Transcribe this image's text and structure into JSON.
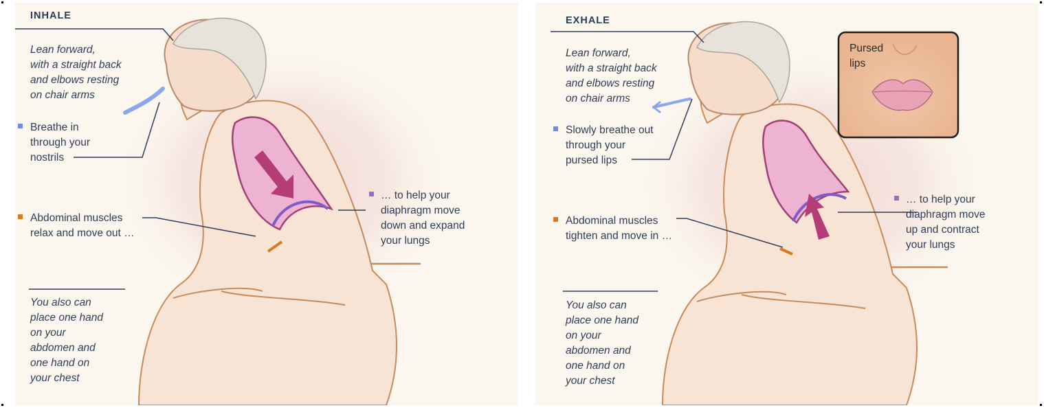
{
  "inhale": {
    "heading": "INHALE",
    "posture": "Lean forward,\nwith a straight back\nand elbows resting\non chair arms",
    "breath": "Breathe in\nthrough your\nnostrils",
    "abdomen": "Abdominal muscles\nrelax and move out …",
    "diaphragm": "… to help your\ndiaphragm move\ndown and expand\nyour lungs",
    "hand": "You also can\nplace one hand\non your\nabdomen and\none hand on\nyour chest"
  },
  "exhale": {
    "heading": "EXHALE",
    "posture": "Lean forward,\nwith a straight back\nand elbows resting\non chair arms",
    "breath": "Slowly breathe out\nthrough your\npursed lips",
    "abdomen": "Abdominal muscles\ntighten and move in …",
    "diaphragm": "… to help your\ndiaphragm move\nup and contract\nyour lungs",
    "hand": "You also can\nplace one hand\non your\nabdomen and\none hand on\nyour chest",
    "inset_label": "Pursed\nlips"
  },
  "colors": {
    "text": "#2f3d57",
    "breath_marker": "#6f8ee3",
    "abdomen_marker": "#d87a22",
    "diaphragm_marker": "#9a6ac6",
    "lung": "#e9a9cc",
    "arrow": "#b43d78"
  }
}
